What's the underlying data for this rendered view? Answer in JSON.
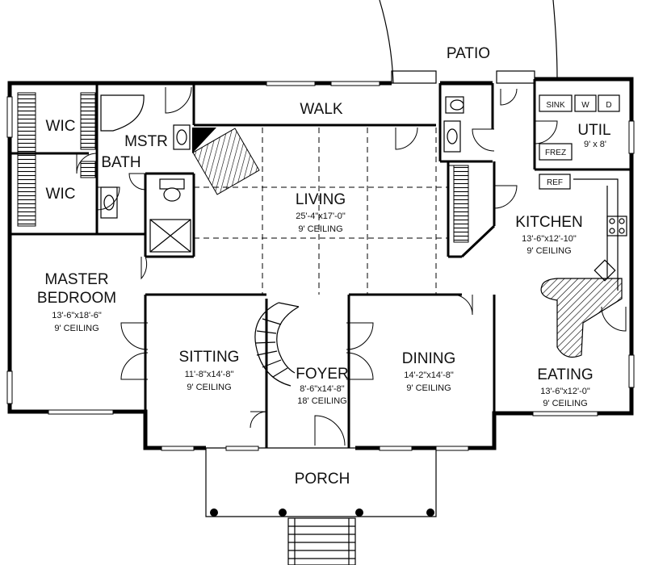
{
  "rooms": {
    "patio": {
      "name": "PATIO"
    },
    "walk": {
      "name": "WALK"
    },
    "wic_top": {
      "name": "WIC"
    },
    "wic_bottom": {
      "name": "WIC"
    },
    "mstr_bath": {
      "line1": "MSTR",
      "line2": "BATH"
    },
    "util": {
      "name": "UTIL",
      "dims": "9' x 8'"
    },
    "living": {
      "name": "LIVING",
      "dims": "25'-4\"x17'-0\"",
      "ceiling": "9' CEILING"
    },
    "kitchen": {
      "name": "KITCHEN",
      "dims": "13'-6\"x12'-10\"",
      "ceiling": "9' CEILING"
    },
    "master_bedroom": {
      "line1": "MASTER",
      "line2": "BEDROOM",
      "dims": "13'-6\"x18'-6\"",
      "ceiling": "9' CEILING"
    },
    "sitting": {
      "name": "SITTING",
      "dims": "11'-8\"x14'-8\"",
      "ceiling": "9' CEILING"
    },
    "foyer": {
      "name": "FOYER",
      "dims": "8'-6\"x14'-8\"",
      "ceiling": "18' CEILING"
    },
    "dining": {
      "name": "DINING",
      "dims": "14'-2\"x14'-8\"",
      "ceiling": "9' CEILING"
    },
    "eating": {
      "name": "EATING",
      "dims": "13'-6\"x12'-0\"",
      "ceiling": "9' CEILING"
    },
    "porch": {
      "name": "PORCH"
    }
  },
  "appliances": {
    "sink": "SINK",
    "washer": "W",
    "dryer": "D",
    "freezer": "FREZ",
    "refrigerator": "REF"
  }
}
